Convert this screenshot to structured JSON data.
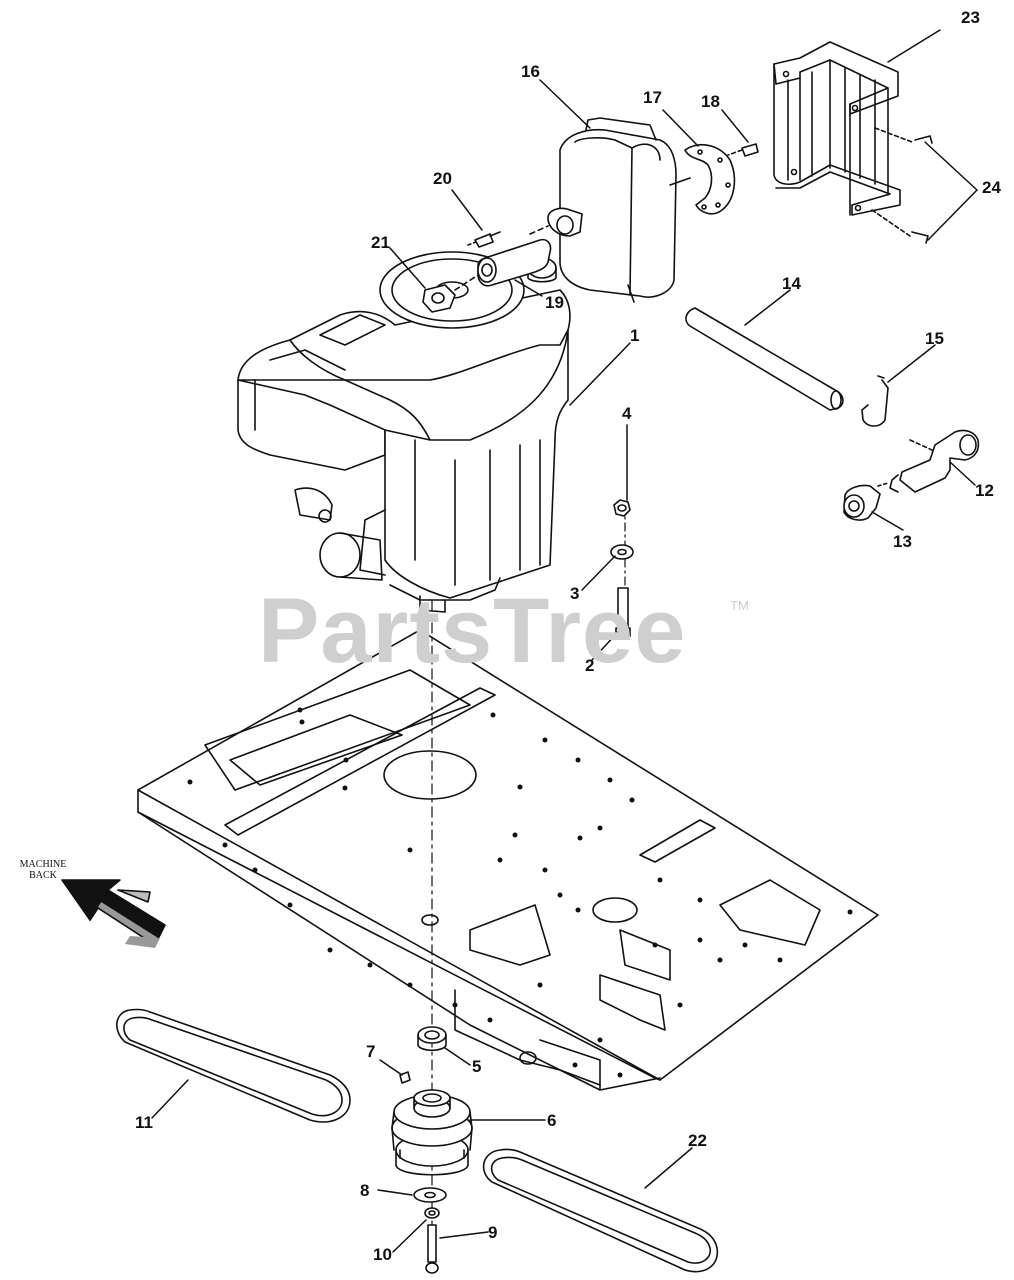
{
  "watermark": {
    "text": "PartsTree",
    "trademark": "TM"
  },
  "direction_label": "MACHINE BACK",
  "callouts": [
    "1",
    "2",
    "3",
    "4",
    "5",
    "6",
    "7",
    "8",
    "9",
    "10",
    "11",
    "12",
    "13",
    "14",
    "15",
    "16",
    "17",
    "18",
    "19",
    "20",
    "21",
    "22",
    "23",
    "24"
  ]
}
